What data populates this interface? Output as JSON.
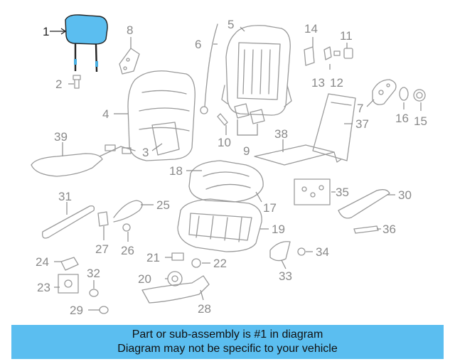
{
  "diagram": {
    "highlight_color": "#5bbef0",
    "callouts": {
      "c1": "1",
      "c2": "2",
      "c3": "3",
      "c4": "4",
      "c5": "5",
      "c6": "6",
      "c7": "7",
      "c8": "8",
      "c9": "9",
      "c10": "10",
      "c11": "11",
      "c12": "12",
      "c13": "13",
      "c14": "14",
      "c15": "15",
      "c16": "16",
      "c17": "17",
      "c18": "18",
      "c19": "19",
      "c20": "20",
      "c21": "21",
      "c22": "22",
      "c23": "23",
      "c24": "24",
      "c25": "25",
      "c26": "26",
      "c27": "27",
      "c28": "28",
      "c29": "29",
      "c30": "30",
      "c31": "31",
      "c32": "32",
      "c33": "33",
      "c34": "34",
      "c35": "35",
      "c36": "36",
      "c37": "37",
      "c38": "38",
      "c39": "39"
    }
  },
  "footer": {
    "line1": "Part or sub-assembly is #1 in diagram",
    "line2": "Diagram may not be specific to your vehicle",
    "background": "#5bbef0"
  }
}
